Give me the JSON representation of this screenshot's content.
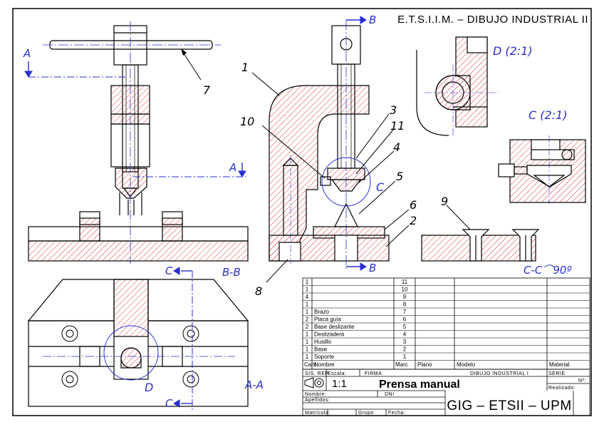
{
  "header": {
    "title": "E.T.S.I.I.M. – DIBUJO INDUSTRIAL II"
  },
  "section_labels": {
    "b_top": "B",
    "b_bottom": "B",
    "bb_view": "B-B",
    "a_left": "A",
    "a_right": "A",
    "aa_view": "A-A",
    "c_top": "C",
    "c_bottom": "C",
    "c_circle": "C",
    "d_circle": "D",
    "detail_d": "D (2:1)",
    "detail_c": "C (2:1)",
    "cc_view": "C-C⌒90º"
  },
  "callouts": [
    "1",
    "2",
    "3",
    "4",
    "5",
    "6",
    "7",
    "8",
    "9",
    "10",
    "11"
  ],
  "parts_list": {
    "rows": [
      {
        "cant": "1",
        "nombre": "",
        "marc": "11"
      },
      {
        "cant": "1",
        "nombre": "",
        "marc": "10"
      },
      {
        "cant": "4",
        "nombre": "",
        "marc": "9"
      },
      {
        "cant": "1",
        "nombre": "",
        "marc": "8"
      },
      {
        "cant": "1",
        "nombre": "Brazo",
        "marc": "7"
      },
      {
        "cant": "2",
        "nombre": "Placa guía",
        "marc": "6"
      },
      {
        "cant": "2",
        "nombre": "Base deslizante",
        "marc": "5"
      },
      {
        "cant": "1",
        "nombre": "Deslizadera",
        "marc": "4"
      },
      {
        "cant": "1",
        "nombre": "Husillo",
        "marc": "3"
      },
      {
        "cant": "1",
        "nombre": "Base",
        "marc": "2"
      },
      {
        "cant": "1",
        "nombre": "Soporte",
        "marc": "1"
      }
    ],
    "headers": {
      "cant": "Cant",
      "nombre": "Nombre",
      "marc": "Marc",
      "plano": "Plano",
      "modelo": "Modelo",
      "material": "Material"
    }
  },
  "title_block": {
    "sis_rep": "SIS. REP.",
    "escala_label": "Escala:",
    "escala_value": "1:1",
    "firma": "FIRMA",
    "course": "DIBUJO INDUSTRIAL I",
    "serie": "SERIE",
    "no": "Nº:",
    "realizado": "Realizado:",
    "title": "Prensa manual",
    "nombre": "Nombre:",
    "dni": "DNI",
    "apellidos": "Apellidos:",
    "matricula": "Matrícula:",
    "grupo": "Grupo",
    "fecha": "Fecha:",
    "school": "GIG – ETSII – UPM"
  }
}
